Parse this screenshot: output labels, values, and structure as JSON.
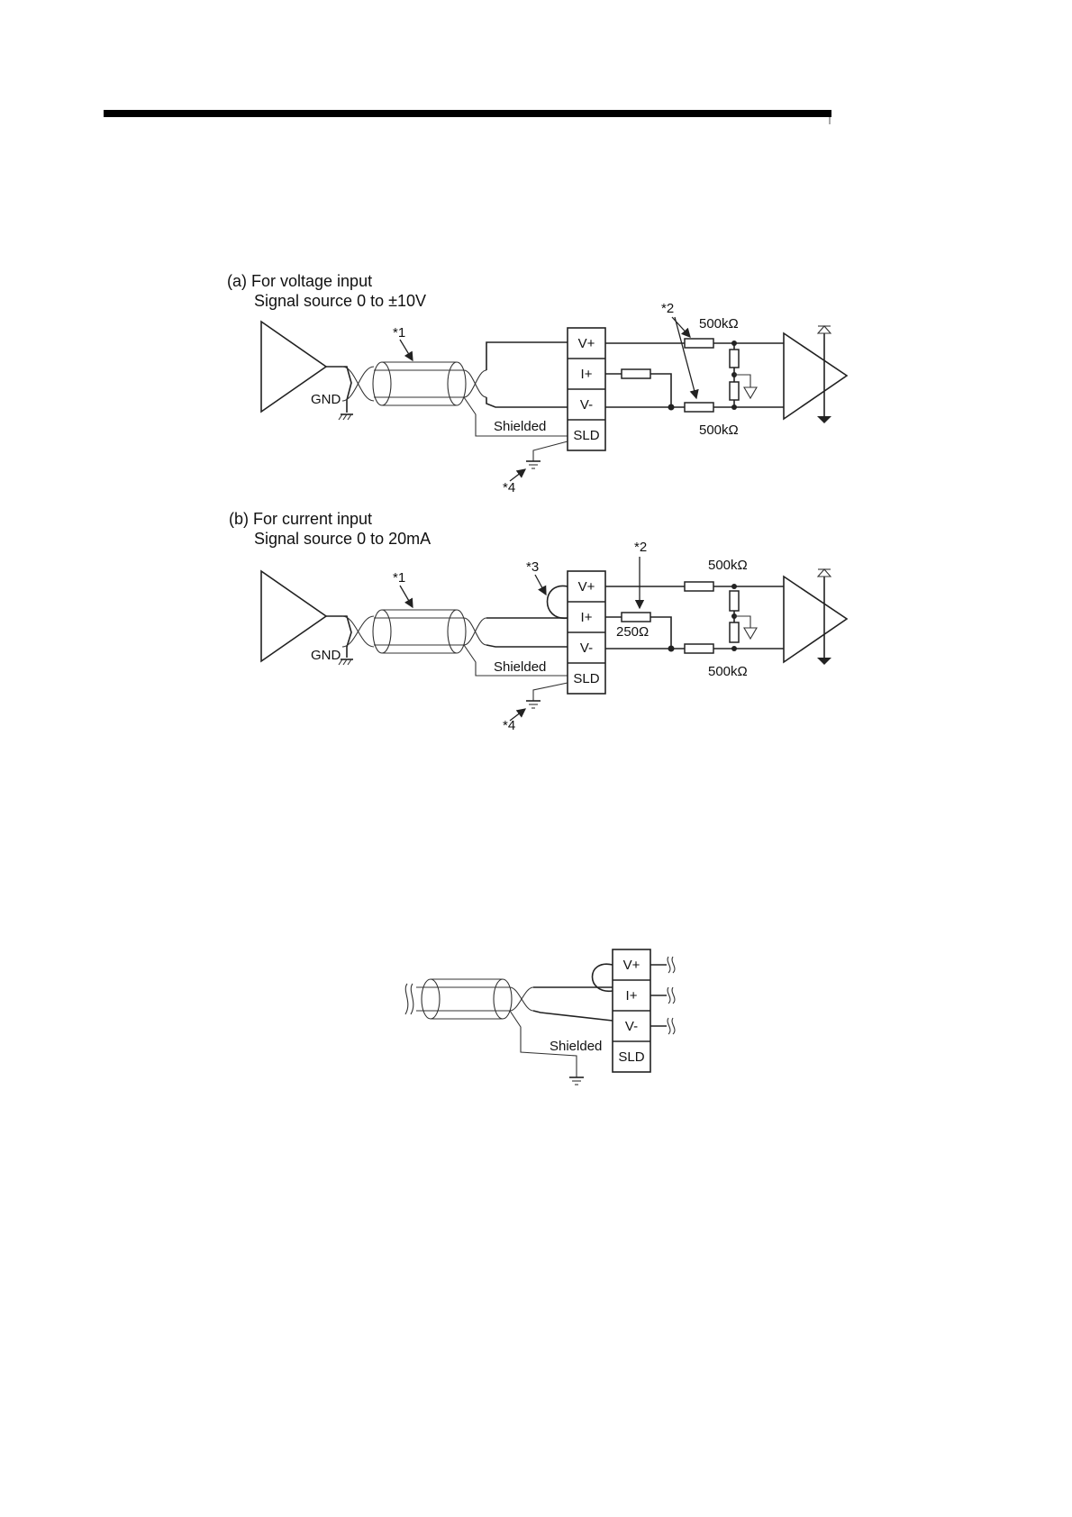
{
  "colors": {
    "ink": "#222222",
    "rule": "#000000",
    "background": "#ffffff"
  },
  "diagram_a": {
    "title": "(a) For voltage input",
    "subtitle": "Signal source 0 to ±10V",
    "gnd": "GND",
    "shielded": "Shielded",
    "terminals": [
      "V+",
      "I+",
      "V-",
      "SLD"
    ],
    "notes": {
      "cable": "*1",
      "resistor": "*2",
      "ground": "*4"
    },
    "res_top": "500kΩ",
    "res_bottom": "500kΩ"
  },
  "diagram_b": {
    "title": "(b) For current input",
    "subtitle": "Signal source 0 to 20mA",
    "gnd": "GND",
    "shielded": "Shielded",
    "terminals": [
      "V+",
      "I+",
      "V-",
      "SLD"
    ],
    "notes": {
      "cable": "*1",
      "resistor": "*2",
      "jumper": "*3",
      "ground": "*4"
    },
    "res_250": "250Ω",
    "res_top": "500kΩ",
    "res_bottom": "500kΩ"
  },
  "diagram_c": {
    "shielded": "Shielded",
    "terminals": [
      "V+",
      "I+",
      "V-",
      "SLD"
    ]
  }
}
